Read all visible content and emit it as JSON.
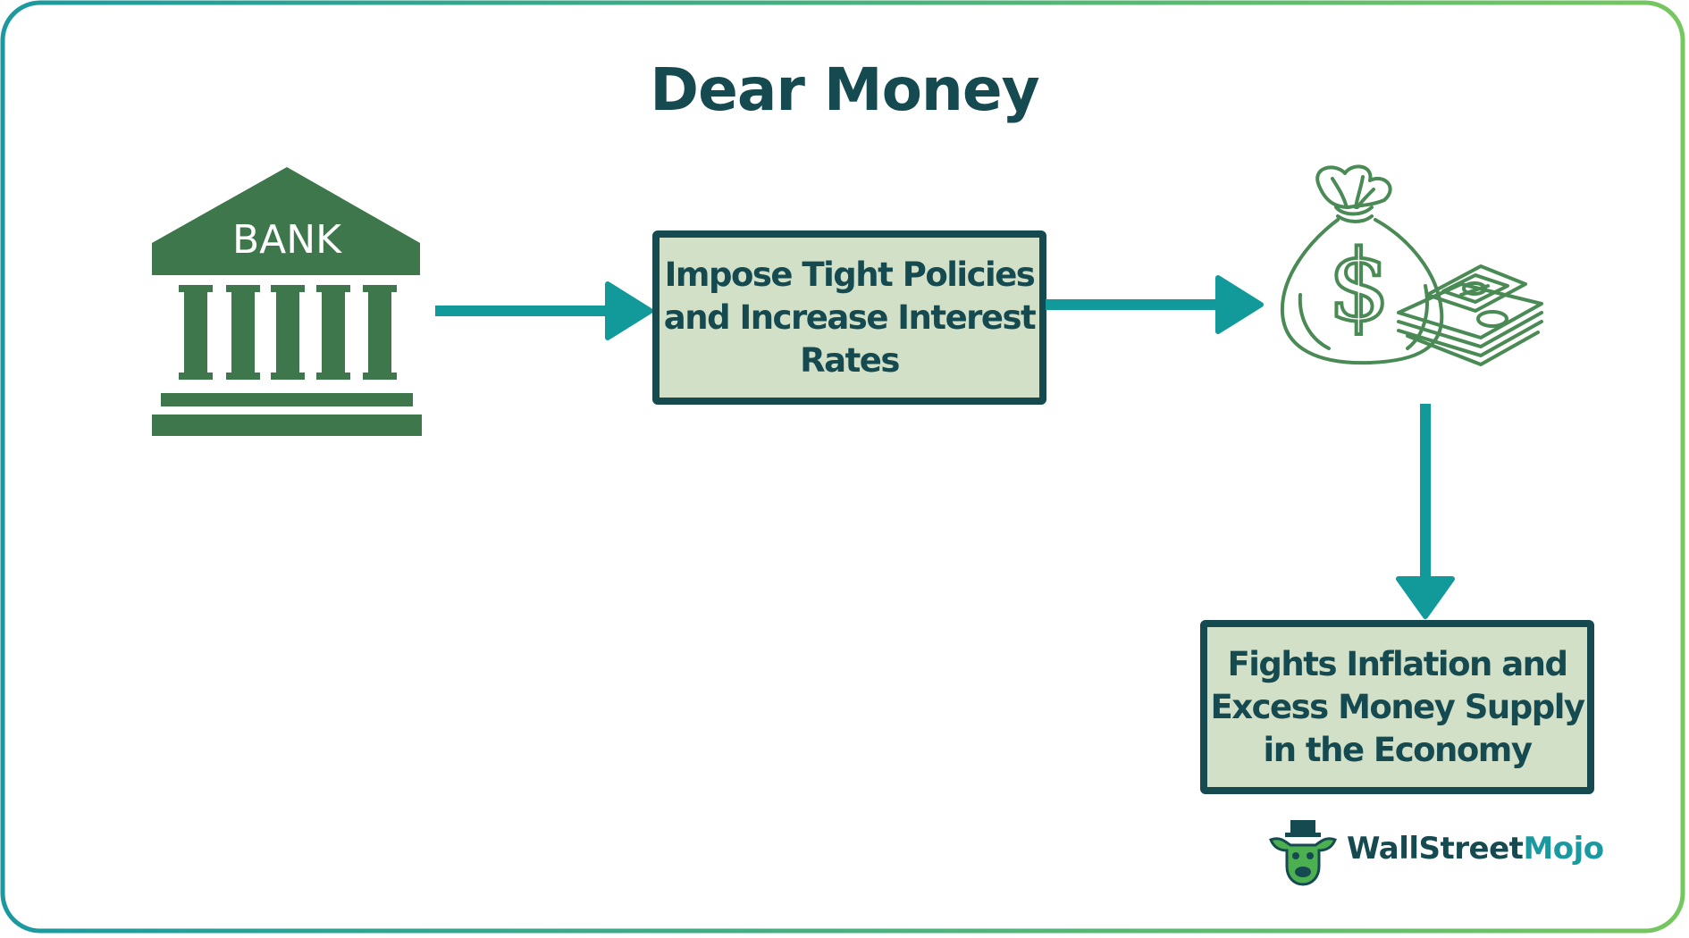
{
  "title": "Dear Money",
  "bank": {
    "label": "BANK"
  },
  "steps": [
    {
      "text": "Impose Tight Policies\nand Increase Interest\nRates"
    },
    {
      "text": "Fights Inflation and\nExcess Money Supply\nin the Economy"
    }
  ],
  "money": {
    "symbol": "$"
  },
  "logo": {
    "part1": "WallStreet",
    "part2": "Mojo"
  },
  "colors": {
    "border_start": "#1a9aa0",
    "border_end": "#76c75f",
    "dark_teal": "#154a51",
    "arrow": "#129a9a",
    "bank_green": "#3f774c",
    "box_fill": "#d3e0c8",
    "money_green": "#4a8a55"
  }
}
